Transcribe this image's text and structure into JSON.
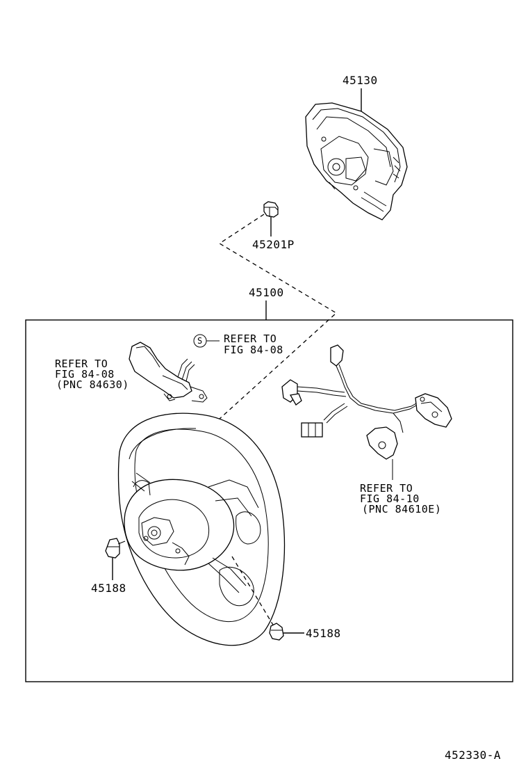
{
  "parts": {
    "airbag": "45130",
    "nut": "45201P",
    "wheel_assembly": "45100",
    "screw_left": "45188",
    "screw_right": "45188"
  },
  "refs": {
    "switch_left": [
      "REFER TO",
      "FIG 84-08",
      "(PNC 84630)"
    ],
    "switch_s": [
      "REFER TO",
      "FIG 84-08"
    ],
    "wire_harness": [
      "REFER TO",
      "FIG 84-10",
      "(PNC 84610E)"
    ]
  },
  "symbol": "S",
  "figure_code": "452330-A"
}
